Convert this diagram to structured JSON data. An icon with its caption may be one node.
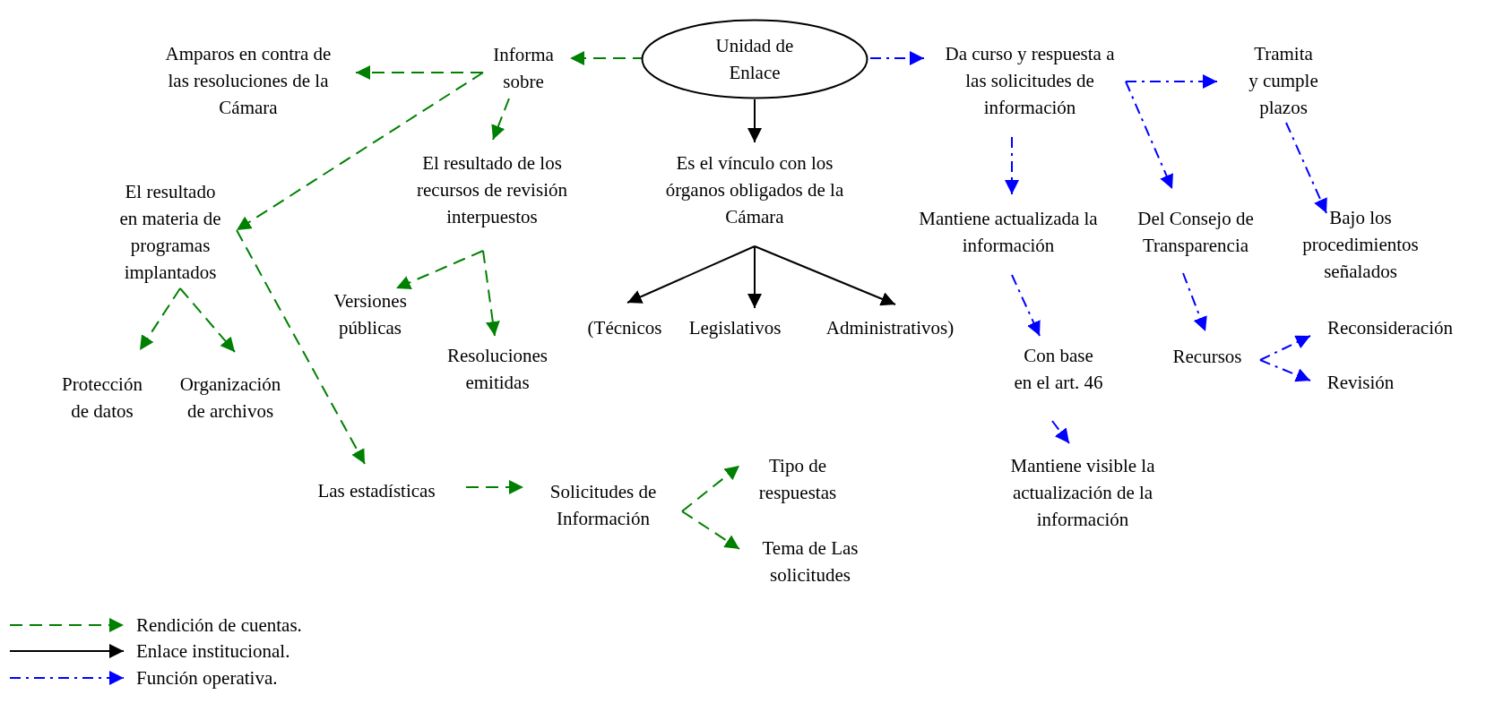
{
  "diagram": {
    "nodes": [
      {
        "text": [
          "Unidad de Enlace"
        ]
      },
      {
        "text": [
          "Informa sobre"
        ]
      },
      {
        "text": [
          "Amparos en contra de las resoluciones de la Cámara"
        ]
      },
      {
        "text": [
          "El resultado de los recursos de revisión interpuestos"
        ]
      },
      {
        "text": [
          "El resultado en materia de programas implantados"
        ]
      },
      {
        "text": [
          "Protección de datos"
        ]
      },
      {
        "text": [
          "Organización de archivos"
        ]
      },
      {
        "text": [
          "Versiones públicas"
        ]
      },
      {
        "text": [
          "Resoluciones emitidas"
        ]
      },
      {
        "text": [
          "Las estadísticas"
        ]
      },
      {
        "text": [
          "Solicitudes de Información"
        ]
      },
      {
        "text": [
          "Tipo de respuestas"
        ]
      },
      {
        "text": [
          "Tema de Las solicitudes"
        ]
      },
      {
        "text": [
          "Es el vínculo con los órganos obligados de la Cámara"
        ]
      },
      {
        "text": [
          "(Técnicos"
        ]
      },
      {
        "text": [
          "Legislativos"
        ]
      },
      {
        "text": [
          "Administrativos)"
        ]
      },
      {
        "text": [
          "Da curso y respuesta a las solicitudes de información"
        ]
      },
      {
        "text": [
          "Tramita y cumple plazos"
        ]
      },
      {
        "text": [
          "Mantiene actualizada la información"
        ]
      },
      {
        "text": [
          "Del Consejo de Transparencia"
        ]
      },
      {
        "text": [
          "Bajo los procedimientos señalados"
        ]
      },
      {
        "text": [
          "Con base en el art. 46"
        ]
      },
      {
        "text": [
          "Recursos"
        ]
      },
      {
        "text": [
          "Reconsideración"
        ]
      },
      {
        "text": [
          "Revisión"
        ]
      },
      {
        "text": [
          "Mantiene visible la actualización de la información"
        ]
      }
    ],
    "edges": [
      {
        "from": 0,
        "to": 1,
        "arrow": "to",
        "style": "dashed",
        "color": "#008000"
      },
      {
        "from": 1,
        "to": 2,
        "arrow": "to",
        "style": "dashed",
        "color": "#008000"
      },
      {
        "from": 1,
        "to": 3,
        "arrow": "to",
        "style": "dashed",
        "color": "#008000"
      },
      {
        "from": 1,
        "to": 4,
        "arrow": "to",
        "style": "dashed",
        "color": "#008000"
      },
      {
        "from": 4,
        "to": 5,
        "arrow": "to",
        "style": "dashed",
        "color": "#008000"
      },
      {
        "from": 4,
        "to": 6,
        "arrow": "to",
        "style": "dashed",
        "color": "#008000"
      },
      {
        "from": 4,
        "to": 9,
        "arrow": "to",
        "style": "dashed",
        "color": "#008000"
      },
      {
        "from": 3,
        "to": 7,
        "arrow": "to",
        "style": "dashed",
        "color": "#008000"
      },
      {
        "from": 3,
        "to": 8,
        "arrow": "to",
        "style": "dashed",
        "color": "#008000"
      },
      {
        "from": 9,
        "to": 10,
        "arrow": "to",
        "style": "dashed",
        "color": "#008000"
      },
      {
        "from": 10,
        "to": 11,
        "arrow": "to",
        "style": "dashed",
        "color": "#008000"
      },
      {
        "from": 10,
        "to": 12,
        "arrow": "to",
        "style": "dashed",
        "color": "#008000"
      },
      {
        "from": 0,
        "to": 13,
        "arrow": "to",
        "color": "#000000"
      },
      {
        "from": 13,
        "to": 14,
        "arrow": "to",
        "color": "#000000"
      },
      {
        "from": 13,
        "to": 15,
        "arrow": "to",
        "color": "#000000"
      },
      {
        "from": 13,
        "to": 16,
        "arrow": "to",
        "color": "#000000"
      },
      {
        "from": 0,
        "to": 17,
        "arrow": "to",
        "style": "dashed",
        "color": "#0000ff"
      },
      {
        "from": 17,
        "to": 18,
        "arrow": "to",
        "style": "dashed",
        "color": "#0000ff"
      },
      {
        "from": 17,
        "to": 19,
        "arrow": "to",
        "style": "dashed",
        "color": "#0000ff"
      },
      {
        "from": 17,
        "to": 20,
        "arrow": "to",
        "style": "dashed",
        "color": "#0000ff"
      },
      {
        "from": 18,
        "to": 21,
        "arrow": "to",
        "style": "dashed",
        "color": "#0000ff"
      },
      {
        "from": 19,
        "to": 22,
        "arrow": "to",
        "style": "dashed",
        "color": "#0000ff"
      },
      {
        "from": 22,
        "to": 26,
        "arrow": "to",
        "style": "dashed",
        "color": "#0000ff"
      },
      {
        "from": 20,
        "to": 23,
        "arrow": "to",
        "style": "dashed",
        "color": "#0000ff"
      },
      {
        "from": 23,
        "to": 24,
        "arrow": "to",
        "style": "dashed",
        "color": "#0000ff"
      },
      {
        "from": 23,
        "to": 25,
        "arrow": "to",
        "style": "dashed",
        "color": "#0000ff"
      }
    ],
    "legend": [
      {
        "text": "Rendición de cuentas."
      },
      {
        "text": "Enlace institucional."
      },
      {
        "text": "Función operativa."
      }
    ]
  }
}
